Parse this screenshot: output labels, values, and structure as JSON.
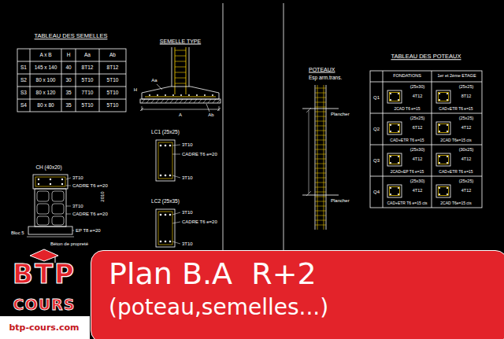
{
  "diagram": {
    "nodes": [
      {
        "text": [
          "Plan B.A  R+2",
          "(poteau,semelles...)"
        ]
      }
    ],
    "labels": [
      "TABLEAU DES SEMELLES",
      "A x B",
      "H",
      "Aa",
      "Ab",
      "S1",
      "145 x 140",
      "40",
      "8T12",
      "8T12",
      "S2",
      "80 x 100",
      "30",
      "5T10",
      "5T10",
      "S3",
      "80 x 120",
      "35",
      "7T10",
      "5T10",
      "S4",
      "80 x 80",
      "35",
      "5T10",
      "5T10",
      "SEMELLE TYPE",
      "H",
      "Aa",
      "Ab",
      "A",
      "LC1 (25x25)",
      "3T10",
      "CADRE T6 e=20",
      "3T10",
      "LC2 (25x35)",
      "3T10",
      "CADRE T6 e=20",
      "3T10",
      "CH (40x20)",
      "3T10",
      "CADRE T6 e=20",
      "2010",
      "3T10",
      "CADRE T6 e=20",
      "EP T8 e=20",
      "Bloc 5",
      "Béton de propreté",
      "POTEAUX",
      "Esp arm.trans.",
      "Plancher",
      "Plancher",
      "TABLEAU DES POTEAUX",
      "FONDATIONS",
      "1er et 2ème ETAGE",
      "Q1",
      "(25x30)",
      "4T12",
      "2CAD T6 e=15",
      "(25x25)",
      "8T12",
      "CAD+ETR T6 e=15",
      "Q2",
      "(25x25)",
      "6T12",
      "CAD+ETR T6 e=15",
      "(25x25)",
      "4T12",
      "2CAD T6e=15 cts",
      "Q3",
      "(25x30)",
      "4T12",
      "2CAD+EP T6 e=15",
      "(30x25)",
      "4T12",
      "CAD+ETR T6 e=15",
      "Q4",
      "(25x30)",
      "4T12",
      "CAD+ETR T6 e=15 cts",
      "(25x25)",
      "4T12",
      "2CAD T6e=15 cts",
      "BTP",
      "COURS",
      "btp-cours.com"
    ]
  }
}
